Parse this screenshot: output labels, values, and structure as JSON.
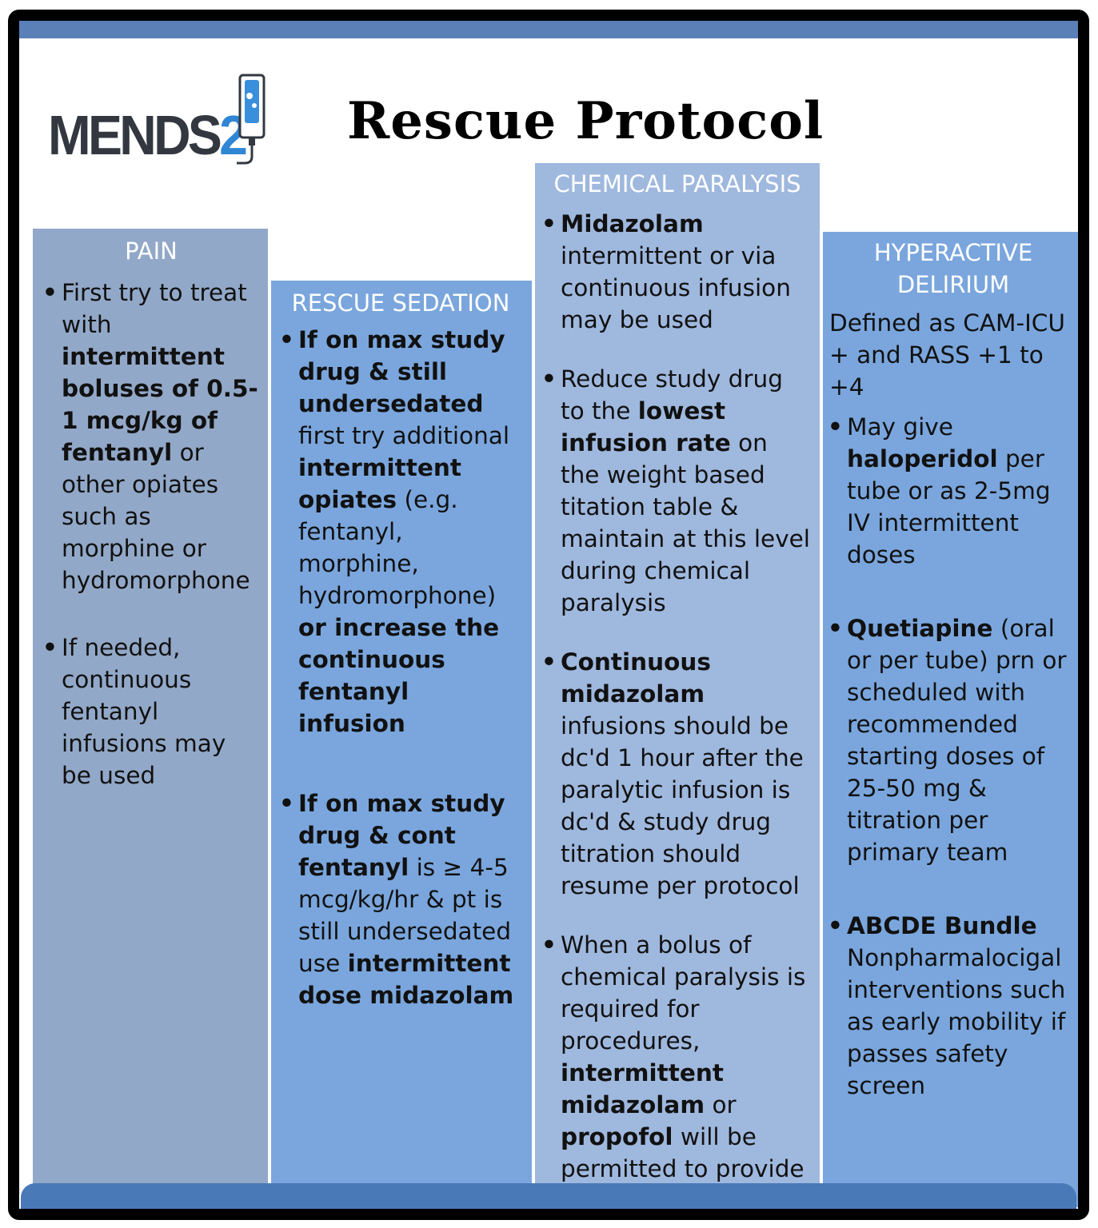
{
  "title": "Rescue Protocol",
  "logo": {
    "text_main": "MENDS",
    "text_num": "2",
    "icon": "iv-drip-bag-icon"
  },
  "colors": {
    "pain": "#92a8c8",
    "sedation": "#7aa6dd",
    "chemical": "#9fb8de",
    "delirium": "#7aa6dd",
    "bar": "#4a79b8"
  },
  "pain": {
    "heading": "PAIN",
    "item1": {
      "t1": "First try to treat with ",
      "b1": "intermittent boluses of 0.5-1 mcg/kg of fentanyl",
      "t2": " or other opiates such as morphine or hydromorphone"
    },
    "item2": {
      "t1": "If needed, continuous fentanyl infusions may be used"
    }
  },
  "sedation": {
    "heading": "RESCUE SEDATION",
    "item1": {
      "b1": "If on max study drug & still undersedated",
      "t1": " first try additional ",
      "b2": "intermittent opiates",
      "t2": " (e.g. fentanyl, morphine, hydromorphone) ",
      "b3": "or increase the continuous fentanyl  infusion"
    },
    "item2": {
      "b1": "If on max study drug & cont fentanyl",
      "t1": " is ≥ 4-5 mcg/kg/hr & pt is still undersedated use ",
      "b2": "intermittent dose midazolam"
    }
  },
  "chemical": {
    "heading": "CHEMICAL PARALYSIS",
    "item1": {
      "b1": "Midazolam",
      "t1": " intermittent or via continuous infusion may be used"
    },
    "item2": {
      "t1": "Reduce study drug to the ",
      "b1": "lowest infusion rate",
      "t2": " on the weight based titation table & maintain at this level during chemical paralysis"
    },
    "item3": {
      "b1": "Continuous midazolam",
      "t1": " infusions should be dc'd 1 hour after the paralytic infusion is dc'd & study  drug titration should resume per protocol"
    },
    "item4": {
      "t1": " When a bolus of chemical paralysis is required for procedures, ",
      "b1": "intermittent midazolam",
      "t2": " or ",
      "b2": "propofol",
      "t3": " will be permitted to provide amnesia"
    }
  },
  "delirium": {
    "heading": "HYPERACTIVE DELIRIUM",
    "intro": "Defined as CAM-ICU + and RASS +1 to +4",
    "item1": {
      "t1": "May give ",
      "b1": "haloperidol",
      "t2": " per tube or as 2-5mg IV intermittent doses"
    },
    "item2": {
      "b1": "Quetiapine",
      "t1": " (oral or per tube) prn or scheduled with recommended starting doses of 25-50 mg & titration per primary team"
    },
    "item3": {
      "b1": "ABCDE Bundle",
      "t1": " Nonpharmalocigal interventions such as early mobility if passes safety screen"
    }
  }
}
